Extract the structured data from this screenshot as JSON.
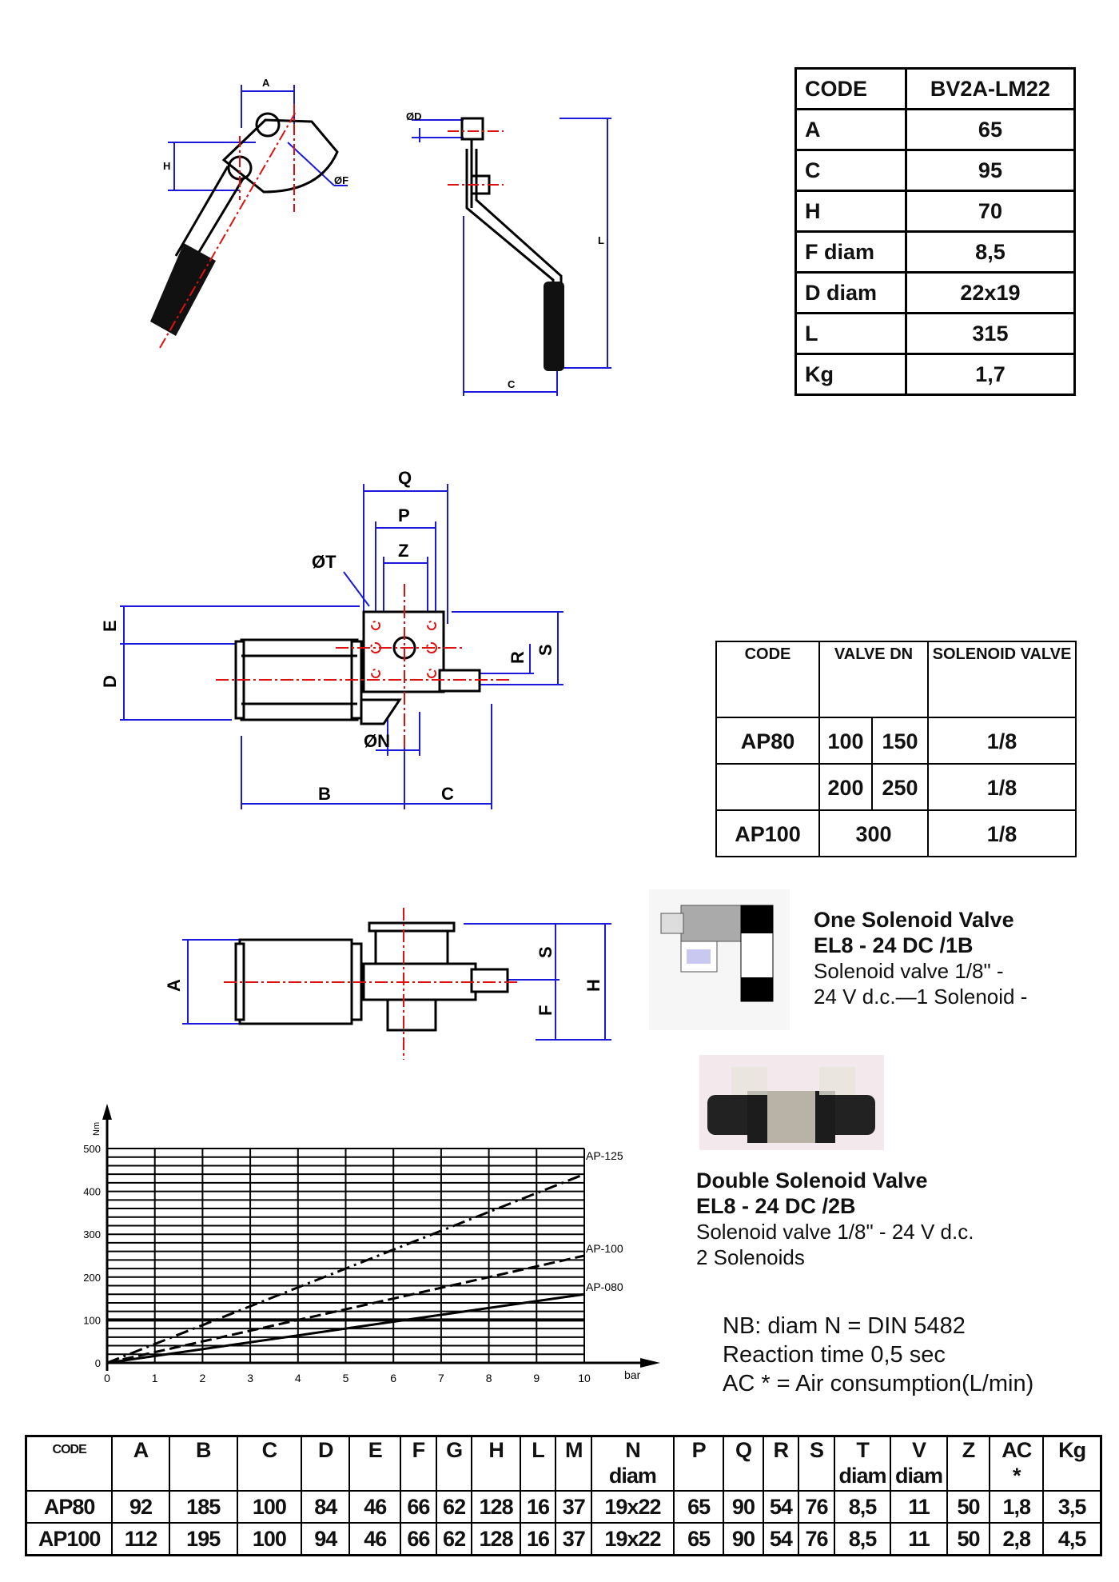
{
  "lever_drawing": {
    "dims": [
      "A",
      "H",
      "ØF",
      "ØD",
      "L",
      "C"
    ]
  },
  "lever_table": {
    "header": [
      "CODE",
      "BV2A-LM22"
    ],
    "rows": [
      [
        "A",
        "65"
      ],
      [
        "C",
        "95"
      ],
      [
        "H",
        "70"
      ],
      [
        "F diam",
        "8,5"
      ],
      [
        "D diam",
        "22x19"
      ],
      [
        "L",
        "315"
      ],
      [
        "Kg",
        "1,7"
      ]
    ]
  },
  "actuator_drawing": {
    "dims": [
      "Q",
      "P",
      "Z",
      "ØT",
      "E",
      "D",
      "R",
      "S",
      "ØN",
      "B",
      "C"
    ]
  },
  "actuator_side_drawing": {
    "dims": [
      "A",
      "S",
      "F",
      "H"
    ]
  },
  "valve_table": {
    "header": [
      "CODE",
      "VALVE DN",
      "SOLENOID VALVE"
    ],
    "rows": [
      {
        "code": "AP80",
        "dn1": "100",
        "dn2": "150",
        "sol": "1/8"
      },
      {
        "code": "",
        "dn1": "200",
        "dn2": "250",
        "sol": "1/8"
      },
      {
        "code": "AP100",
        "dn": "300",
        "sol": "1/8"
      }
    ]
  },
  "one_solenoid": {
    "title": "One Solenoid Valve",
    "model": "EL8 - 24 DC /1B",
    "desc1": "Solenoid valve 1/8\" -",
    "desc2": "24 V d.c.—1 Solenoid -"
  },
  "double_solenoid": {
    "title": "Double Solenoid Valve",
    "model": "EL8 - 24 DC /2B",
    "desc1": "Solenoid valve 1/8\" -  24 V d.c.",
    "desc2": "2 Solenoids"
  },
  "notes": [
    "NB: diam N = DIN 5482",
    "Reaction time 0,5 sec",
    "AC * = Air consumption(L/min)"
  ],
  "chart_data": {
    "type": "line",
    "title": "",
    "xlabel": "bar",
    "ylabel": "Nm",
    "xlim": [
      0,
      10
    ],
    "ylim": [
      0,
      500
    ],
    "xticks": [
      "0",
      "1",
      "2",
      "3",
      "4",
      "5",
      "6",
      "7",
      "8",
      "9",
      "10"
    ],
    "yticks": [
      "0",
      "100",
      "200",
      "300",
      "400",
      "500"
    ],
    "grid": true,
    "series": [
      {
        "name": "AP-125",
        "style": "dash-dot",
        "x": [
          0,
          10
        ],
        "y": [
          0,
          440
        ]
      },
      {
        "name": "AP-100",
        "style": "dashed",
        "x": [
          0,
          10
        ],
        "y": [
          0,
          250
        ]
      },
      {
        "name": "AP-080",
        "style": "solid",
        "x": [
          0,
          10
        ],
        "y": [
          0,
          160
        ]
      }
    ]
  },
  "dimensions_table": {
    "headers": [
      [
        "CODE",
        ""
      ],
      [
        "A",
        ""
      ],
      [
        "B",
        ""
      ],
      [
        "C",
        ""
      ],
      [
        "D",
        ""
      ],
      [
        "E",
        ""
      ],
      [
        "F",
        ""
      ],
      [
        "G",
        ""
      ],
      [
        "H",
        ""
      ],
      [
        "L",
        ""
      ],
      [
        "M",
        ""
      ],
      [
        "N",
        "diam"
      ],
      [
        "P",
        ""
      ],
      [
        "Q",
        ""
      ],
      [
        "R",
        ""
      ],
      [
        "S",
        ""
      ],
      [
        "T",
        "diam"
      ],
      [
        "V",
        "diam"
      ],
      [
        "Z",
        ""
      ],
      [
        "AC",
        "*"
      ],
      [
        "Kg",
        ""
      ]
    ],
    "rows": [
      [
        "AP80",
        "92",
        "185",
        "100",
        "84",
        "46",
        "66",
        "62",
        "128",
        "16",
        "37",
        "19x22",
        "65",
        "90",
        "54",
        "76",
        "8,5",
        "11",
        "50",
        "1,8",
        "3,5"
      ],
      [
        "AP100",
        "112",
        "195",
        "100",
        "94",
        "46",
        "66",
        "62",
        "128",
        "16",
        "37",
        "19x22",
        "65",
        "90",
        "54",
        "76",
        "8,5",
        "11",
        "50",
        "2,8",
        "4,5"
      ]
    ]
  }
}
